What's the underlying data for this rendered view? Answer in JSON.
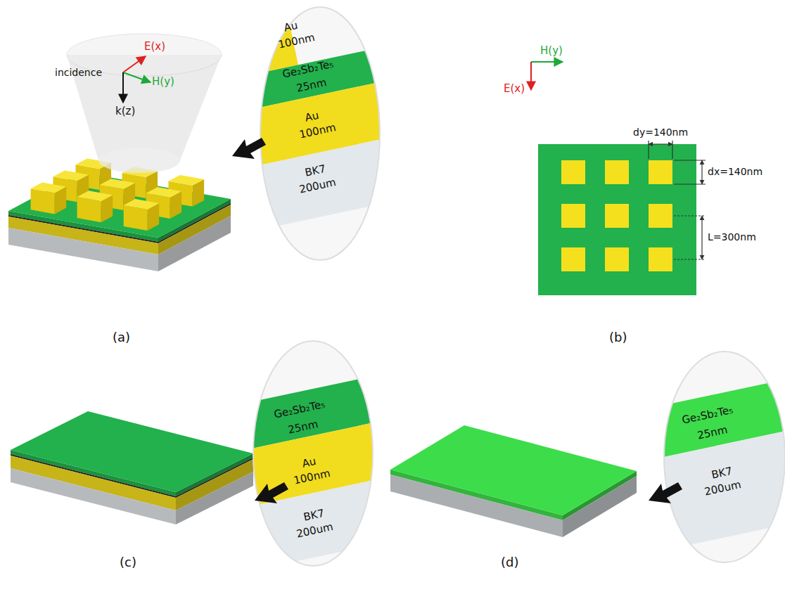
{
  "diagram": {
    "labels": [
      "incidence",
      "E(x)",
      "H(y)",
      "k(z)",
      "Au",
      "100nm",
      "Ge₂Sb₂Te₅",
      "25nm",
      "Au",
      "100nm",
      "BK7",
      "200um",
      "(a)",
      "H(y)",
      "E(x)",
      "dy=140nm",
      "dx=140nm",
      "L=300nm",
      "(b)",
      "Ge₂Sb₂Te₅",
      "25nm",
      "Au",
      "100nm",
      "BK7",
      "200um",
      "(c)",
      "Ge₂Sb₂Te₅",
      "25nm",
      "BK7",
      "200um",
      "(d)"
    ]
  }
}
